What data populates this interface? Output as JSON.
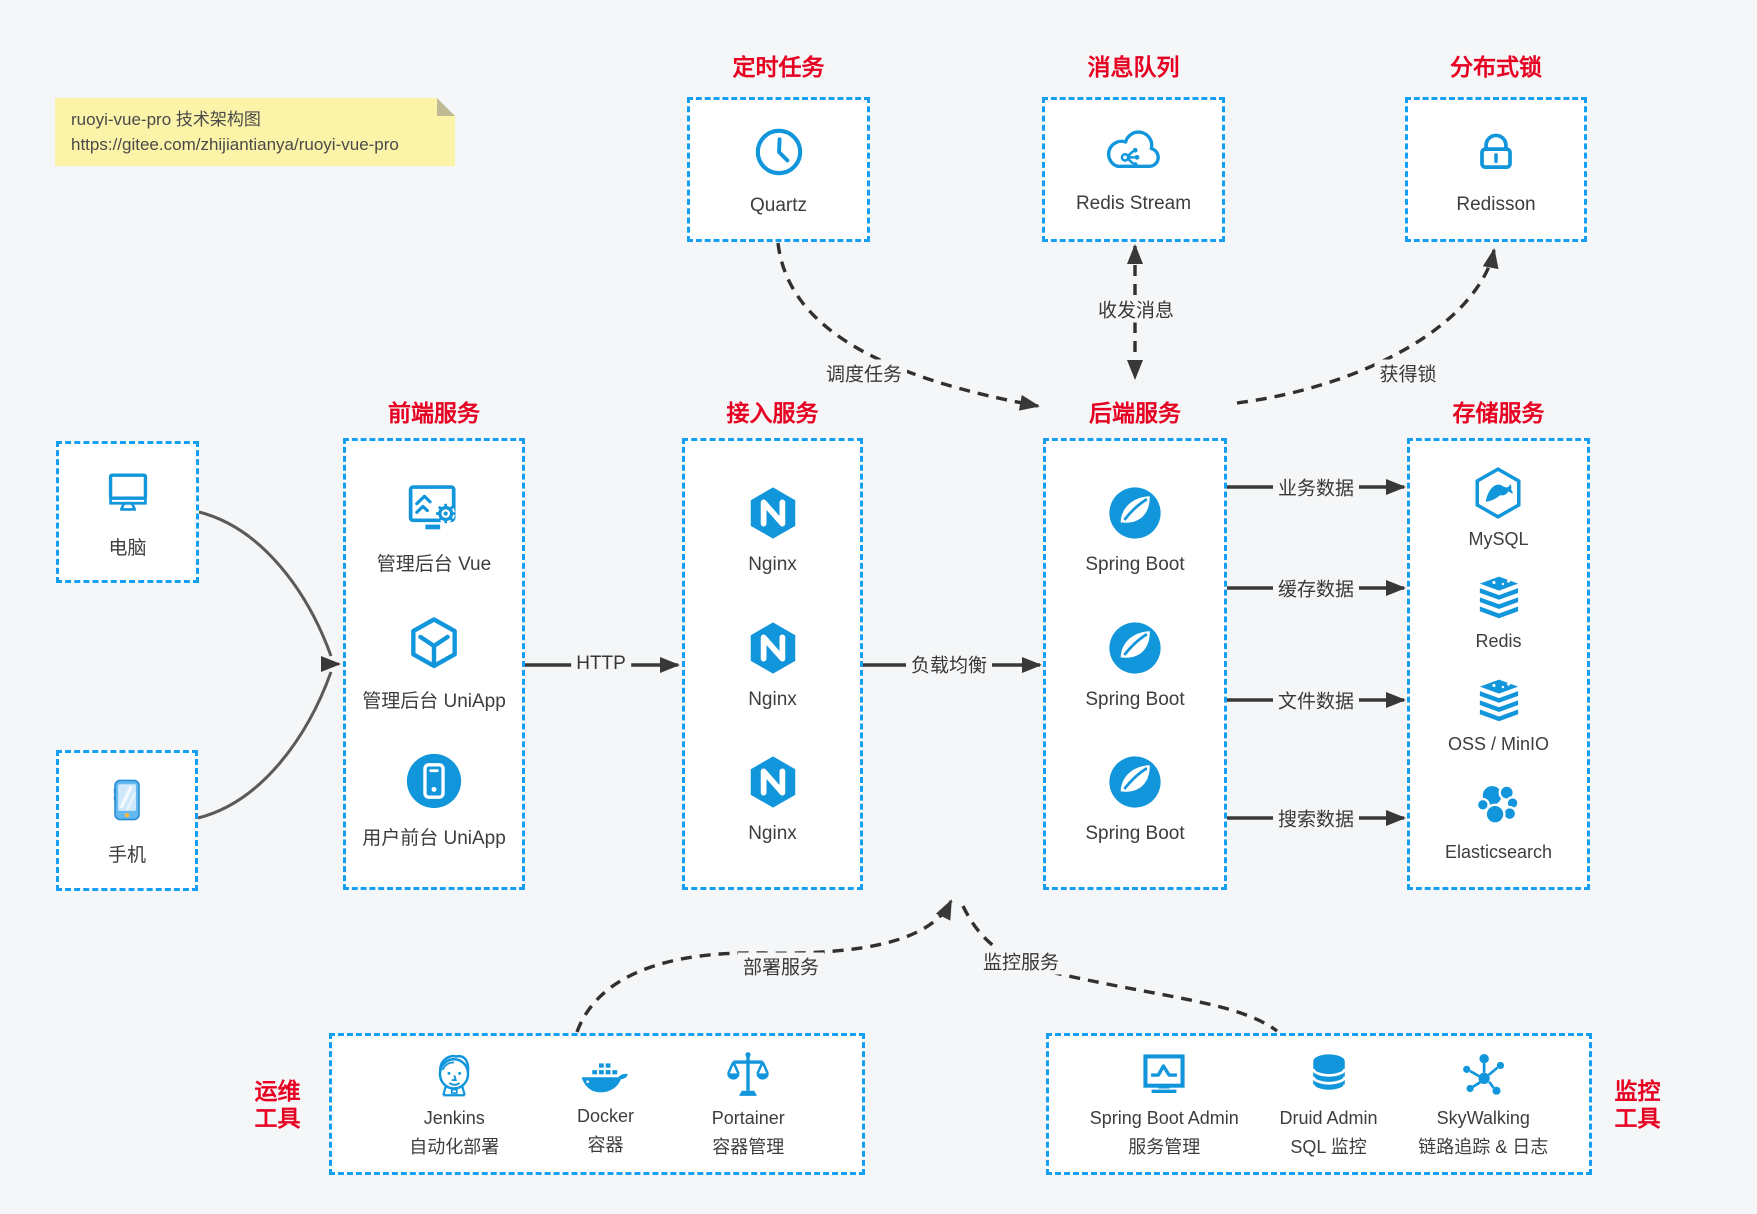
{
  "note": {
    "line1": "ruoyi-vue-pro 技术架构图",
    "line2": "https://gitee.com/zhijiantianya/ruoyi-vue-pro"
  },
  "top_services": [
    {
      "title": "定时任务",
      "icon": "clock-icon",
      "label": "Quartz"
    },
    {
      "title": "消息队列",
      "icon": "cloud-share-icon",
      "label": "Redis Stream"
    },
    {
      "title": "分布式锁",
      "icon": "lock-icon",
      "label": "Redisson"
    }
  ],
  "clients": [
    {
      "icon": "desktop-icon",
      "label": "电脑"
    },
    {
      "icon": "smartphone-icon",
      "label": "手机"
    }
  ],
  "service_columns": [
    {
      "title": "前端服务",
      "items": [
        {
          "icon": "admin-screen-icon",
          "label": "管理后台 Vue"
        },
        {
          "icon": "cube-icon",
          "label": "管理后台 UniApp"
        },
        {
          "icon": "phone-circle-icon",
          "label": "用户前台 UniApp"
        }
      ]
    },
    {
      "title": "接入服务",
      "items": [
        {
          "icon": "nginx-icon",
          "label": "Nginx"
        },
        {
          "icon": "nginx-icon",
          "label": "Nginx"
        },
        {
          "icon": "nginx-icon",
          "label": "Nginx"
        }
      ]
    },
    {
      "title": "后端服务",
      "items": [
        {
          "icon": "spring-icon",
          "label": "Spring Boot"
        },
        {
          "icon": "spring-icon",
          "label": "Spring Boot"
        },
        {
          "icon": "spring-icon",
          "label": "Spring Boot"
        }
      ]
    },
    {
      "title": "存储服务",
      "items": [
        {
          "icon": "mysql-icon",
          "label": "MySQL"
        },
        {
          "icon": "redis-stack-icon",
          "label": "Redis"
        },
        {
          "icon": "redis-stack-icon",
          "label": "OSS / MinIO"
        },
        {
          "icon": "elasticsearch-icon",
          "label": "Elasticsearch"
        }
      ]
    }
  ],
  "bottom_groups": [
    {
      "side": {
        "line1": "运维",
        "line2": "工具"
      },
      "items": [
        {
          "icon": "jenkins-icon",
          "label": "Jenkins",
          "sublabel": "自动化部署"
        },
        {
          "icon": "docker-icon",
          "label": "Docker",
          "sublabel": "容器"
        },
        {
          "icon": "portainer-icon",
          "label": "Portainer",
          "sublabel": "容器管理"
        }
      ]
    },
    {
      "side": {
        "line1": "监控",
        "line2": "工具"
      },
      "items": [
        {
          "icon": "admin-monitor-icon",
          "label": "Spring Boot Admin",
          "sublabel": "服务管理"
        },
        {
          "icon": "database-icon",
          "label": "Druid Admin",
          "sublabel": "SQL 监控"
        },
        {
          "icon": "skywalking-icon",
          "label": "SkyWalking",
          "sublabel": "链路追踪 & 日志"
        }
      ]
    }
  ],
  "connections": {
    "http": "HTTP",
    "load_balance": "负载均衡",
    "schedule": "调度任务",
    "message": "收发消息",
    "lock": "获得锁",
    "biz_data": "业务数据",
    "cache_data": "缓存数据",
    "file_data": "文件数据",
    "search_data": "搜索数据",
    "deploy": "部署服务",
    "monitor": "监控服务"
  },
  "colors": {
    "box_border": "#149ff5",
    "icon_blue": "#1296db",
    "title_red": "#e60021",
    "note_bg": "#fbf3a8",
    "arrow_dark": "#383838"
  }
}
